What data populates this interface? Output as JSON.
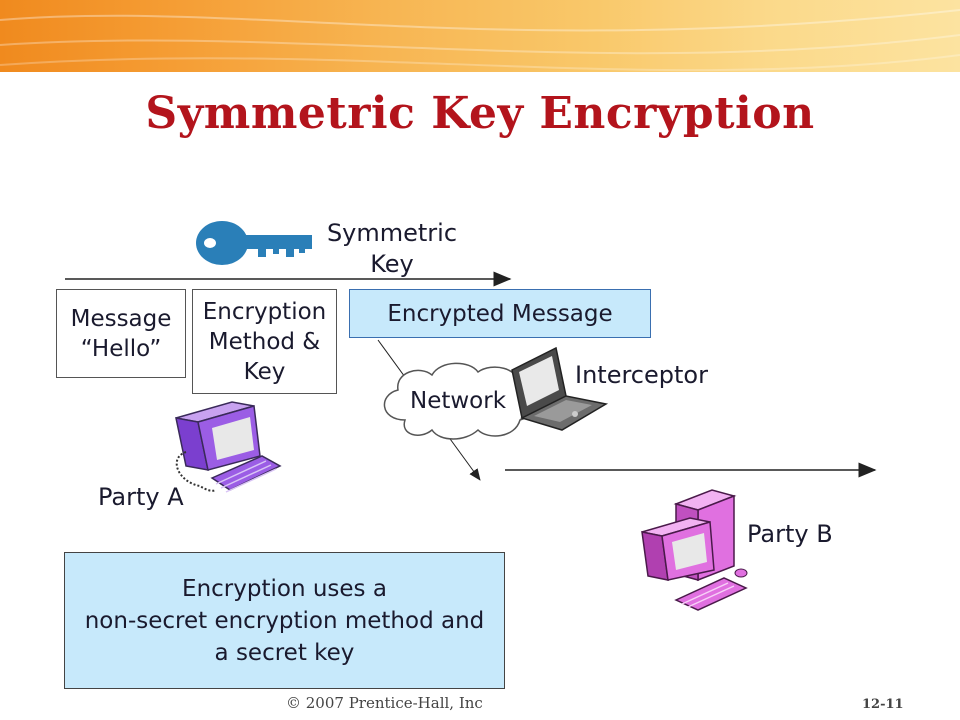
{
  "slide": {
    "title": "Symmetric Key Encryption",
    "footer_copyright": "© 2007 Prentice-Hall, Inc",
    "slide_number": "12-11"
  },
  "diagram": {
    "key_label_line1": "Symmetric",
    "key_label_line2": "Key",
    "message_box": {
      "line1": "Message",
      "line2": "“Hello”"
    },
    "method_box": {
      "line1": "Encryption",
      "line2": "Method &",
      "line3": "Key"
    },
    "encrypted_box": "Encrypted Message",
    "network_label": "Network",
    "interceptor_label": "Interceptor",
    "party_a_label": "Party A",
    "party_b_label": "Party B",
    "note": {
      "line1": "Encryption uses a",
      "line2": "non-secret encryption method and",
      "line3": "a secret key"
    }
  },
  "colors": {
    "title": "#b3141c",
    "banner": "#f59d34",
    "key": "#2a7fb8",
    "note_fill": "#c7e9fb",
    "party_a": "#9b5de5",
    "party_b": "#e070e0"
  },
  "icons": [
    "key-icon",
    "network-cloud-icon",
    "laptop-icon",
    "desktop-computer-icon",
    "tower-computer-icon"
  ]
}
